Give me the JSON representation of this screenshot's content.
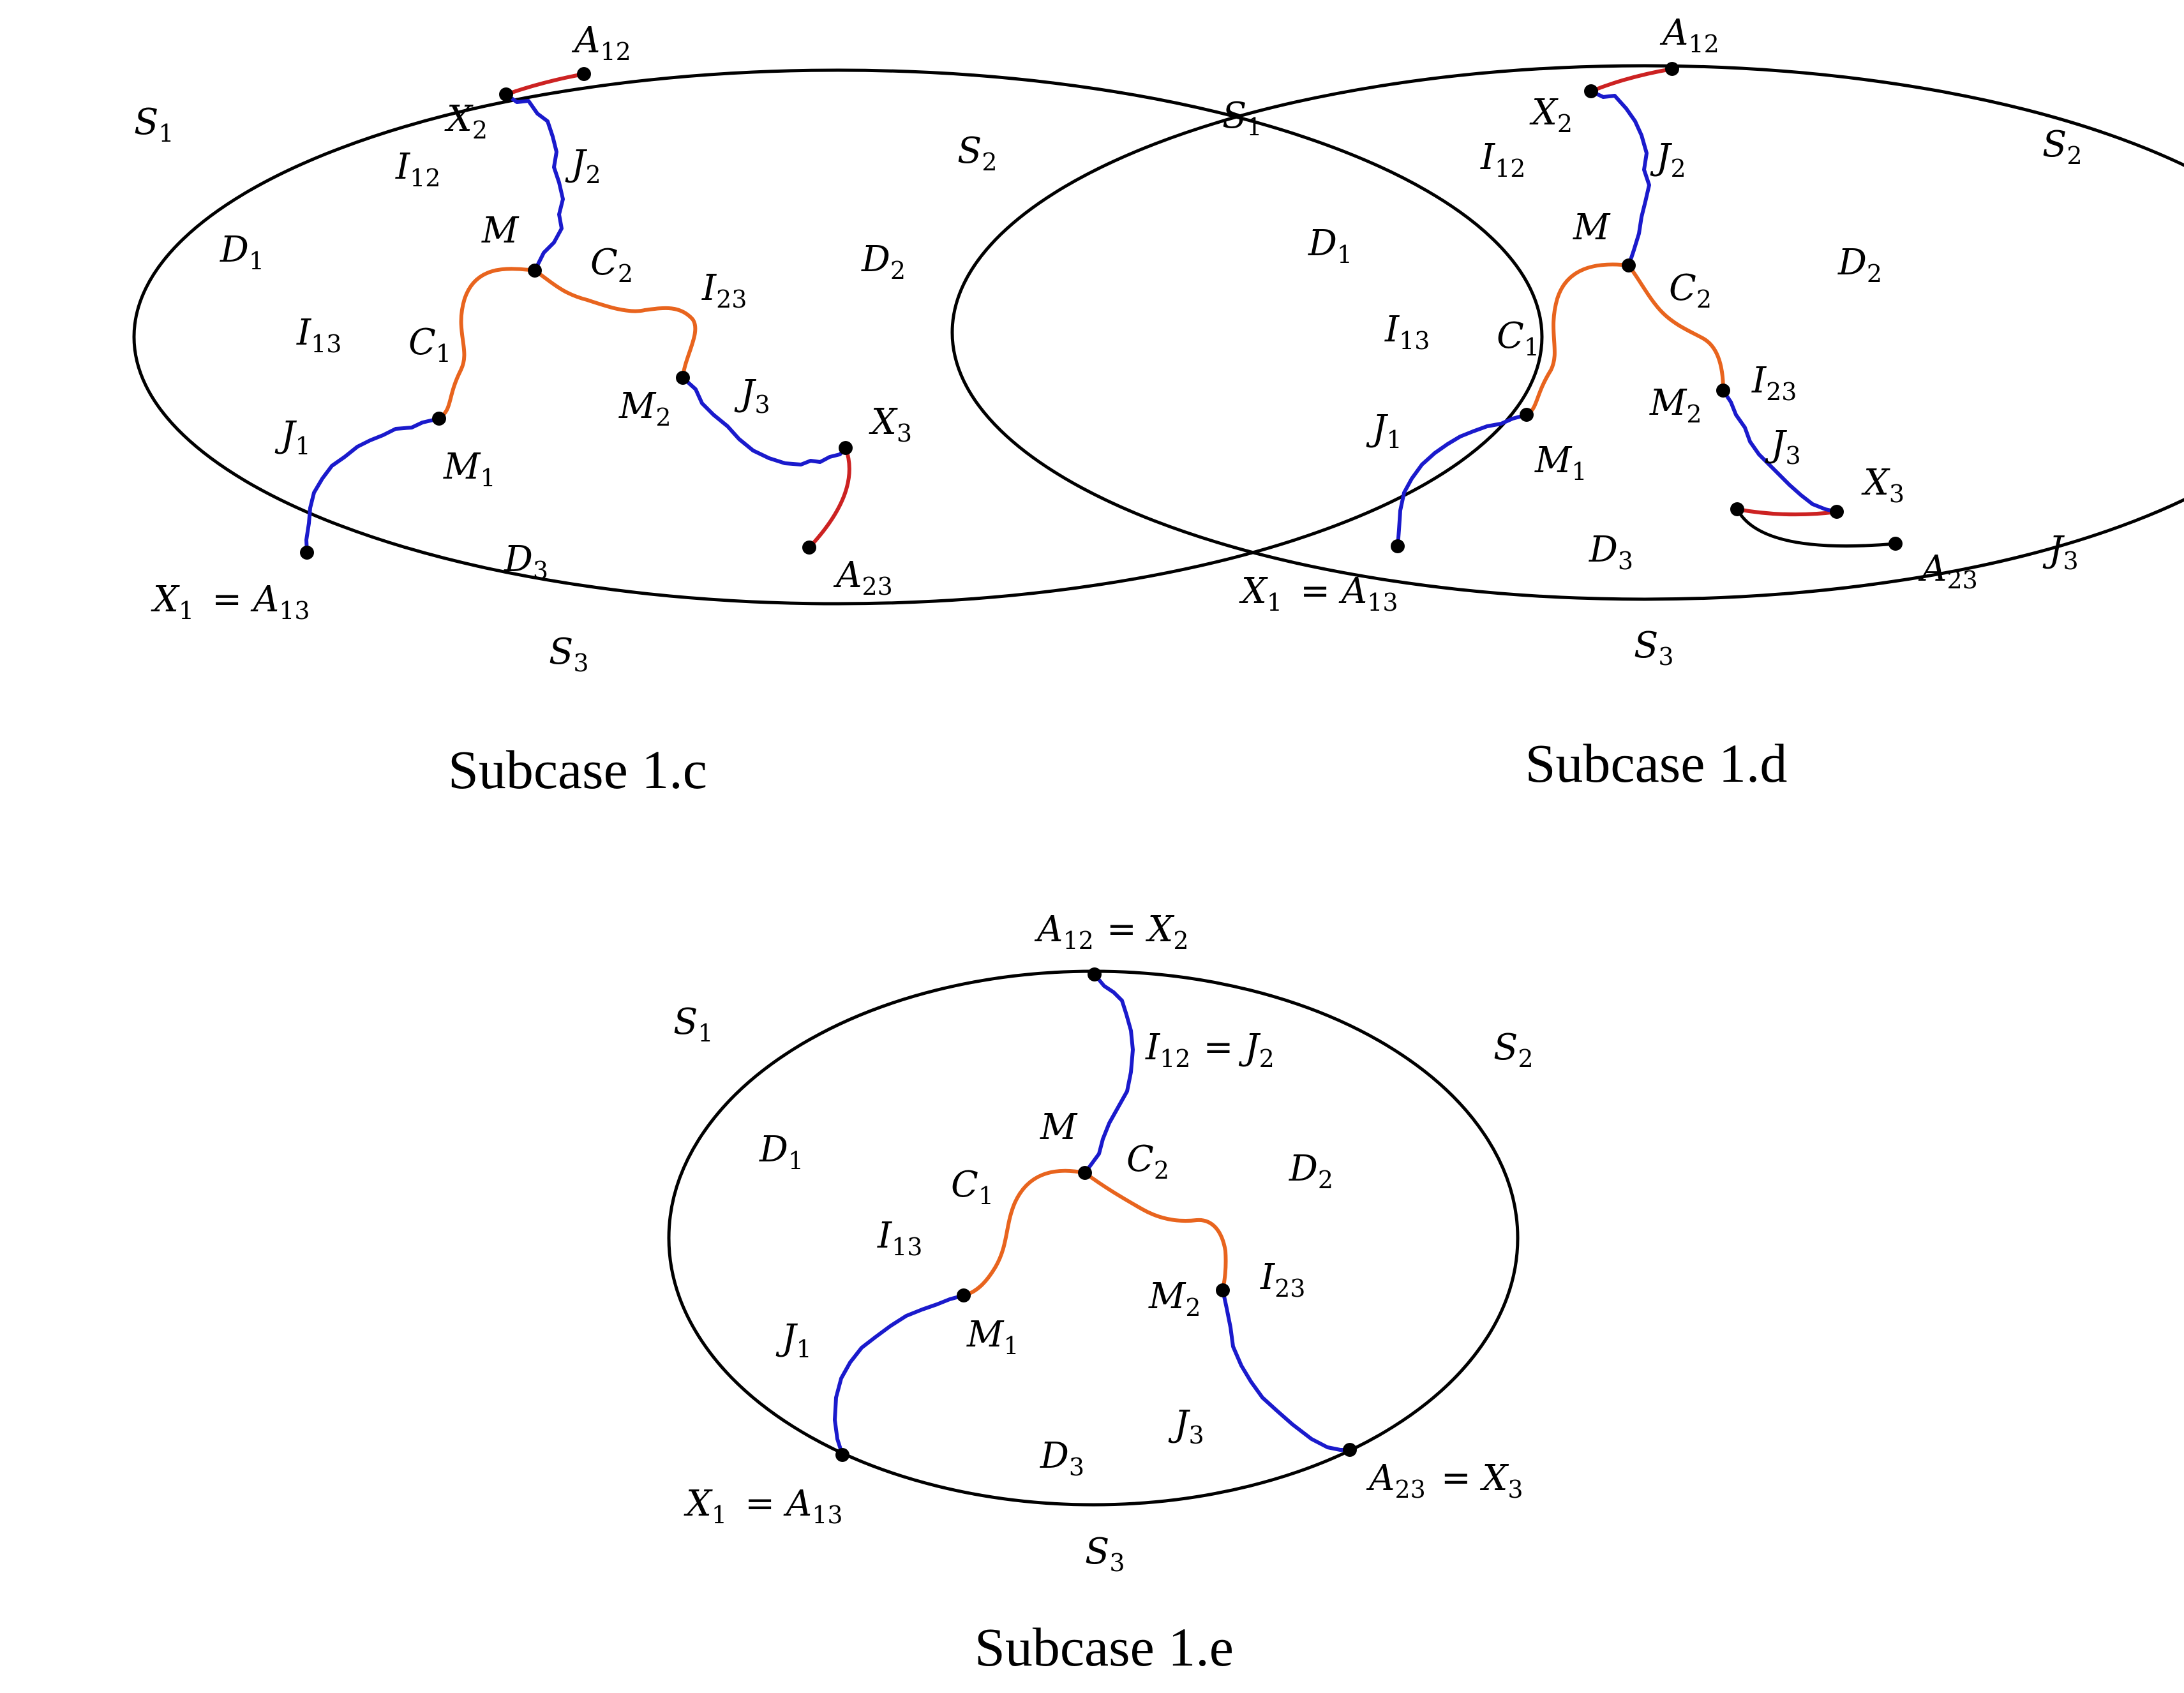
{
  "panels": [
    {
      "caption": "Subcase 1.c",
      "labels": {
        "S1": "S",
        "S1_sub": "1",
        "S2": "S",
        "S2_sub": "2",
        "S3": "S",
        "S3_sub": "3",
        "D1": "D",
        "D1_sub": "1",
        "D2": "D",
        "D2_sub": "2",
        "D3": "D",
        "D3_sub": "3",
        "I12": "I",
        "I12_sub": "12",
        "I13": "I",
        "I13_sub": "13",
        "I23": "I",
        "I23_sub": "23",
        "J1": "J",
        "J1_sub": "1",
        "J2": "J",
        "J2_sub": "2",
        "J3": "J",
        "J3_sub": "3",
        "C1": "C",
        "C1_sub": "1",
        "C2": "C",
        "C2_sub": "2",
        "M": "M",
        "M1": "M",
        "M1_sub": "1",
        "M2": "M",
        "M2_sub": "2",
        "X2": "X",
        "X2_sub": "2",
        "X3": "X",
        "X3_sub": "3",
        "A12": "A",
        "A12_sub": "12",
        "A23": "A",
        "A23_sub": "23",
        "X1": "X",
        "X1_sub": "1",
        "X1_eq": "= A",
        "X1_eq_sub": "13"
      }
    },
    {
      "caption": "Subcase 1.d",
      "labels": {
        "S1": "S",
        "S1_sub": "1",
        "S2": "S",
        "S2_sub": "2",
        "S3": "S",
        "S3_sub": "3",
        "D1": "D",
        "D1_sub": "1",
        "D2": "D",
        "D2_sub": "2",
        "D3": "D",
        "D3_sub": "3",
        "I12": "I",
        "I12_sub": "12",
        "I13": "I",
        "I13_sub": "13",
        "I23": "I",
        "I23_sub": "23",
        "J1": "J",
        "J1_sub": "1",
        "J2": "J",
        "J2_sub": "2",
        "J3": "J",
        "J3_sub": "3",
        "J3b": "J",
        "J3b_sub": "3",
        "C1": "C",
        "C1_sub": "1",
        "C2": "C",
        "C2_sub": "2",
        "M": "M",
        "M1": "M",
        "M1_sub": "1",
        "M2": "M",
        "M2_sub": "2",
        "X2": "X",
        "X2_sub": "2",
        "X3": "X",
        "X3_sub": "3",
        "A12": "A",
        "A12_sub": "12",
        "A23": "A",
        "A23_sub": "23",
        "X1": "X",
        "X1_sub": "1",
        "X1_eq": "= A",
        "X1_eq_sub": "13"
      }
    },
    {
      "caption": "Subcase 1.e",
      "labels": {
        "S1": "S",
        "S1_sub": "1",
        "S2": "S",
        "S2_sub": "2",
        "S3": "S",
        "S3_sub": "3",
        "D1": "D",
        "D1_sub": "1",
        "D2": "D",
        "D2_sub": "2",
        "D3": "D",
        "D3_sub": "3",
        "I12": "I",
        "I12_sub": "12",
        "I12_eq": "= J",
        "I12_eq_sub": "2",
        "I13": "I",
        "I13_sub": "13",
        "I23": "I",
        "I23_sub": "23",
        "J1": "J",
        "J1_sub": "1",
        "J3": "J",
        "J3_sub": "3",
        "C1": "C",
        "C1_sub": "1",
        "C2": "C",
        "C2_sub": "2",
        "M": "M",
        "M1": "M",
        "M1_sub": "1",
        "M2": "M",
        "M2_sub": "2",
        "A12": "A",
        "A12_sub": "12",
        "A12_eq": "= X",
        "A12_eq_sub": "2",
        "A23": "A",
        "A23_sub": "23",
        "A23_eq": "= X",
        "A23_eq_sub": "3",
        "X1": "X",
        "X1_sub": "1",
        "X1_eq": "= A",
        "X1_eq_sub": "13"
      }
    }
  ],
  "colors": {
    "boundary": "#000000",
    "J_curves": "#1a1acc",
    "C_curves": "#e8641e",
    "short_arcs": "#cc2222"
  }
}
